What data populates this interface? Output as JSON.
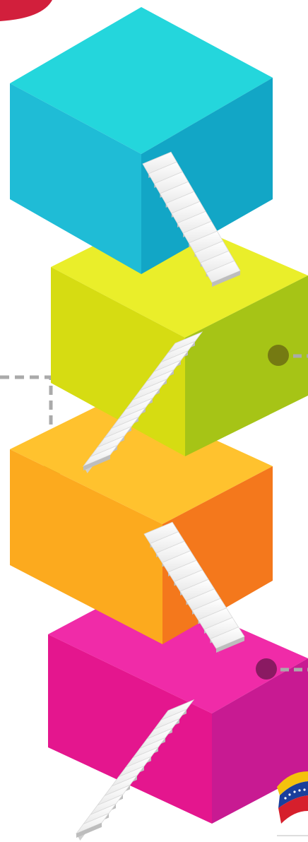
{
  "diagram": {
    "blocks": [
      {
        "name": "cyan-block",
        "top": "#24d6dc",
        "left": "#1fbcd6",
        "right": "#12a6c6"
      },
      {
        "name": "yellow-block",
        "top": "#eaee2a",
        "left": "#d6dc12",
        "right": "#a6c416"
      },
      {
        "name": "orange-block",
        "top": "#ffc22e",
        "left": "#fcaa1e",
        "right": "#f4781c"
      },
      {
        "name": "magenta-block",
        "top": "#f02ba8",
        "left": "#e4168e",
        "right": "#c81a92"
      }
    ],
    "connectors": [
      {
        "name": "connector-yellow",
        "dot": "#757a12"
      },
      {
        "name": "connector-orange",
        "dot": "#9e7c1c"
      },
      {
        "name": "connector-magenta",
        "dot": "#8a1a62"
      }
    ],
    "decorations": {
      "corner_badge": "#d21f3c",
      "flag_badge": [
        "#f4c20d",
        "#1a3f9c",
        "#d61f2c"
      ]
    }
  }
}
